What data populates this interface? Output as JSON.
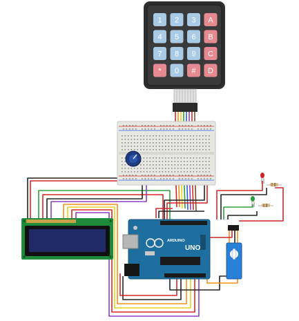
{
  "keypad": {
    "keys": [
      {
        "label": "1",
        "kind": "num"
      },
      {
        "label": "2",
        "kind": "num"
      },
      {
        "label": "3",
        "kind": "num"
      },
      {
        "label": "A",
        "kind": "func"
      },
      {
        "label": "4",
        "kind": "num"
      },
      {
        "label": "5",
        "kind": "num"
      },
      {
        "label": "6",
        "kind": "num"
      },
      {
        "label": "B",
        "kind": "func"
      },
      {
        "label": "7",
        "kind": "num"
      },
      {
        "label": "8",
        "kind": "num"
      },
      {
        "label": "9",
        "kind": "num"
      },
      {
        "label": "C",
        "kind": "func"
      },
      {
        "label": "*",
        "kind": "func"
      },
      {
        "label": "0",
        "kind": "num"
      },
      {
        "label": "#",
        "kind": "func"
      },
      {
        "label": "D",
        "kind": "func"
      }
    ]
  },
  "arduino": {
    "brand_text": "ARDUINO",
    "model_text": "UNO"
  },
  "colors": {
    "background": "#ffffff",
    "keypad_body": "#2e2e2e",
    "key_num": "#a9cbe6",
    "key_func": "#e48a90",
    "breadboard": "#e7e7e3",
    "lcd_board": "#1e8a3a",
    "lcd_screen": "#1f2a66",
    "arduino_board": "#1e6fa0",
    "servo": "#2a7fd6",
    "led_red": "#d62020",
    "led_green": "#25a03a",
    "wire_red": "#d32626",
    "wire_black": "#222222",
    "wire_green": "#2e9e3e",
    "wire_orange": "#f29018",
    "wire_yellow": "#e8d21a",
    "wire_purple": "#8b3fc4",
    "wire_blue": "#2a5fd6",
    "wire_brown": "#7a4b26"
  }
}
